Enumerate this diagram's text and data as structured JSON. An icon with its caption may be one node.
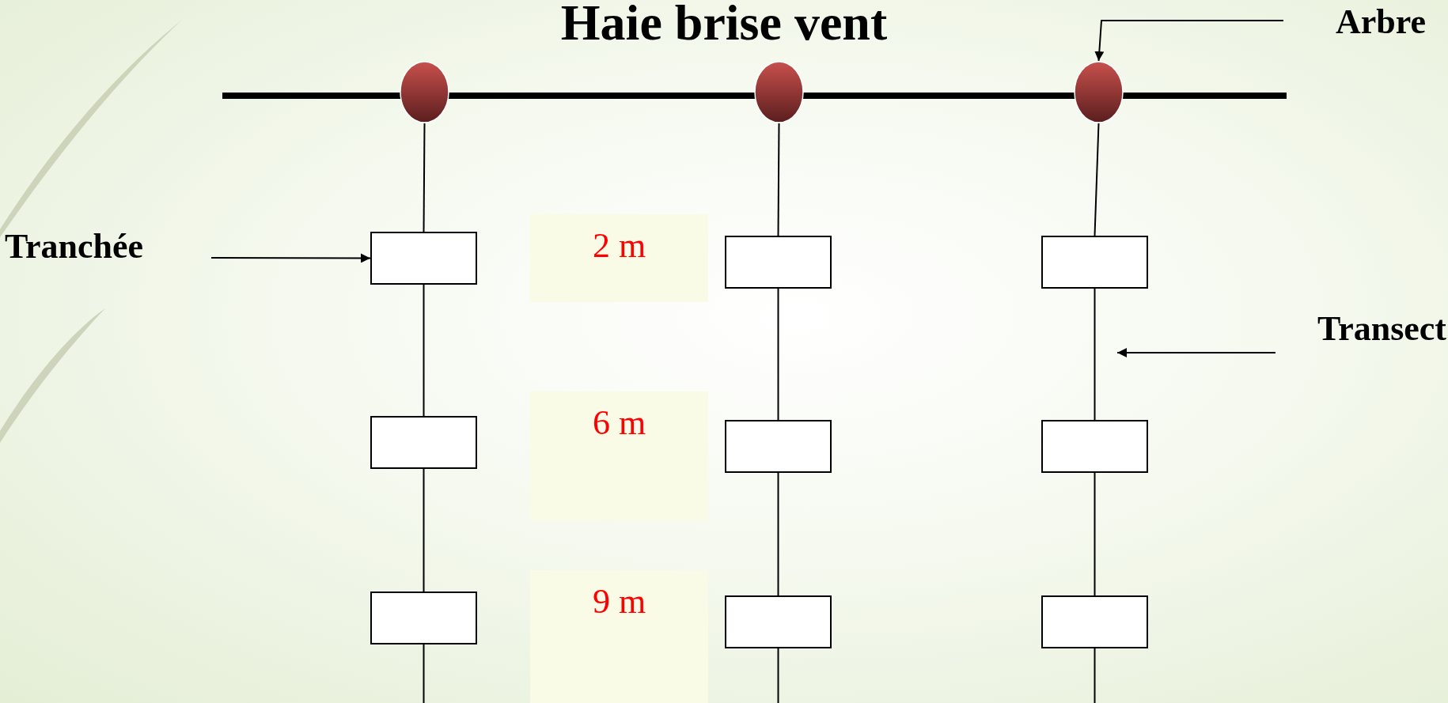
{
  "diagram": {
    "title": "Haie brise vent",
    "nodes": [
      {
        "text": [
          "Arbre"
        ]
      },
      {
        "text": [],
        "shape": "circle"
      },
      {
        "text": [],
        "shape": "circle"
      },
      {
        "text": [],
        "shape": "circle"
      },
      {
        "text": [
          "Tranchée"
        ]
      },
      {
        "text": [],
        "shape": "box"
      },
      {
        "text": [
          "2 m"
        ]
      },
      {
        "text": [],
        "shape": "box"
      },
      {
        "text": [],
        "shape": "box"
      },
      {
        "text": [
          "Transect"
        ]
      },
      {
        "text": [],
        "shape": "box"
      },
      {
        "text": [
          "6 m"
        ]
      },
      {
        "text": [],
        "shape": "box"
      },
      {
        "text": [],
        "shape": "box"
      },
      {
        "text": [],
        "shape": "box"
      },
      {
        "text": [
          "9 m"
        ]
      },
      {
        "text": [],
        "shape": "box"
      },
      {
        "text": [],
        "shape": "box"
      }
    ],
    "edges": [
      {
        "from": 0,
        "to": 3,
        "arrow": "to"
      },
      {
        "from": 4,
        "to": 5,
        "arrow": "to"
      },
      {
        "from": 9,
        "to": null,
        "arrow": "to"
      },
      {
        "from": 1,
        "to": 5,
        "arrow": "none"
      },
      {
        "from": 2,
        "to": 7,
        "arrow": "none"
      },
      {
        "from": 3,
        "to": 8,
        "arrow": "none"
      },
      {
        "from": 5,
        "to": 10,
        "arrow": "none"
      },
      {
        "from": 7,
        "to": 12,
        "arrow": "none"
      },
      {
        "from": 8,
        "to": 13,
        "arrow": "none"
      },
      {
        "from": 10,
        "to": 14,
        "arrow": "none"
      },
      {
        "from": 12,
        "to": 16,
        "arrow": "none"
      },
      {
        "from": 13,
        "to": 17,
        "arrow": "none"
      },
      {
        "from": 14,
        "to": null,
        "arrow": "none"
      },
      {
        "from": 16,
        "to": null,
        "arrow": "none"
      },
      {
        "from": 17,
        "to": null,
        "arrow": "none"
      }
    ]
  }
}
